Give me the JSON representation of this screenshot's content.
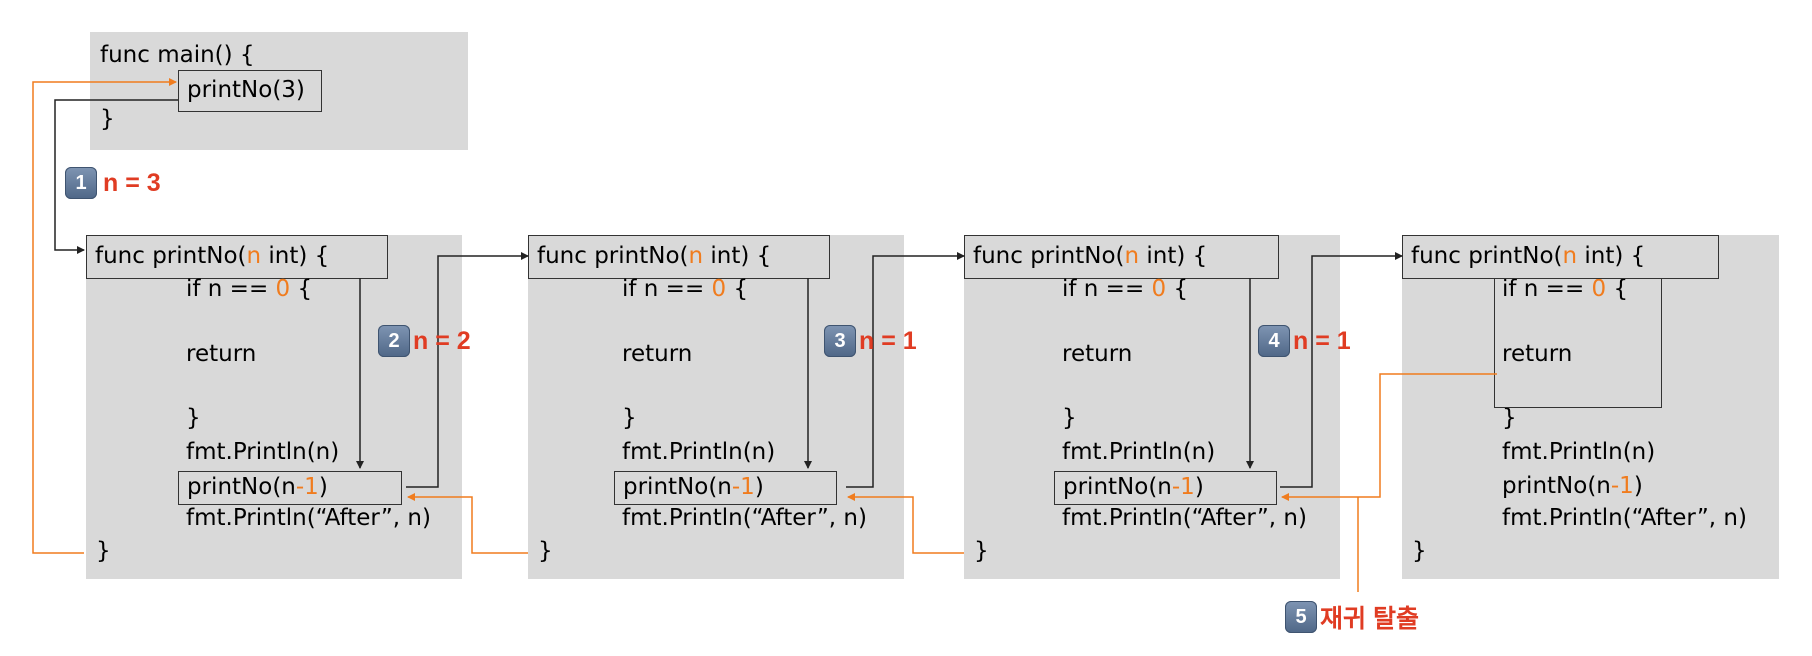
{
  "main_func": {
    "header": "func main() {",
    "call": "printNo(3)",
    "close": "}"
  },
  "frames": [
    {
      "sig_prefix": "func printNo(",
      "sig_param": "n",
      "sig_suffix": " int) {",
      "if_prefix": "if n == ",
      "if_zero": "0",
      "if_suffix": " {",
      "return_kw": "return",
      "if_close": "}",
      "println": "fmt.Println(n)",
      "call_prefix": "printNo(n",
      "call_minus": "-1",
      "call_suffix": ")",
      "after": "fmt.Println(“After”, n)",
      "func_close": "}"
    },
    {
      "sig_prefix": "func printNo(",
      "sig_param": "n",
      "sig_suffix": " int) {",
      "if_prefix": "if n == ",
      "if_zero": "0",
      "if_suffix": " {",
      "return_kw": "return",
      "if_close": "}",
      "println": "fmt.Println(n)",
      "call_prefix": "printNo(n",
      "call_minus": "-1",
      "call_suffix": ")",
      "after": "fmt.Println(“After”, n)",
      "func_close": "}"
    },
    {
      "sig_prefix": "func printNo(",
      "sig_param": "n",
      "sig_suffix": " int) {",
      "if_prefix": "if n == ",
      "if_zero": "0",
      "if_suffix": " {",
      "return_kw": "return",
      "if_close": "}",
      "println": "fmt.Println(n)",
      "call_prefix": "printNo(n",
      "call_minus": "-1",
      "call_suffix": ")",
      "after": "fmt.Println(“After”, n)",
      "func_close": "}"
    },
    {
      "sig_prefix": "func printNo(",
      "sig_param": "n",
      "sig_suffix": " int) {",
      "if_prefix": "if n == ",
      "if_zero": "0",
      "if_suffix": " {",
      "return_kw": "return",
      "if_close": "}",
      "println": "fmt.Println(n)",
      "call_prefix": "printNo(n",
      "call_minus": "-1",
      "call_suffix": ")",
      "after": "fmt.Println(“After”, n)",
      "func_close": "}"
    }
  ],
  "steps": [
    {
      "num": "1",
      "label": "n = 3"
    },
    {
      "num": "2",
      "label": "n = 2"
    },
    {
      "num": "3",
      "label": "n = 1"
    },
    {
      "num": "4",
      "label": "n = 1"
    },
    {
      "num": "5",
      "label": "재귀 탈출"
    }
  ],
  "colors": {
    "panel": "#d9d9d9",
    "accent": "#f07c1e",
    "step_label": "#e03c23",
    "arrow": "#222222"
  }
}
